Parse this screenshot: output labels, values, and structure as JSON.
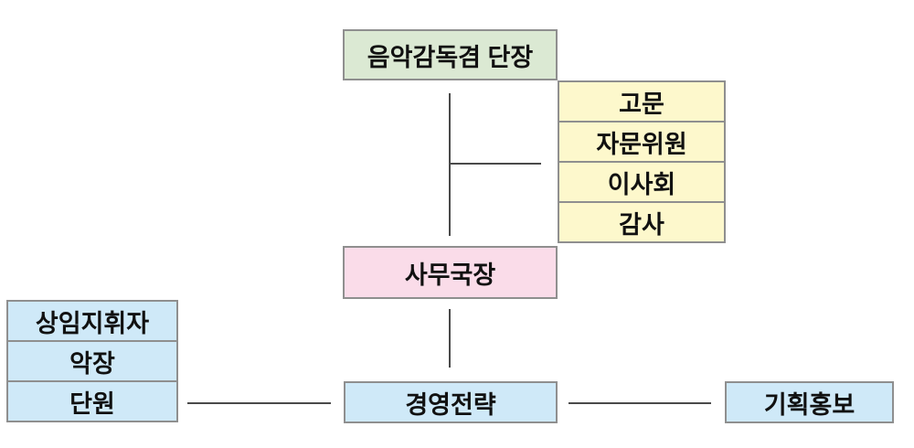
{
  "org": {
    "director": {
      "label": "음악감독겸 단장"
    },
    "advisory": [
      {
        "label": "고문"
      },
      {
        "label": "자문위원"
      },
      {
        "label": "이사회"
      },
      {
        "label": "감사"
      }
    ],
    "secretary": {
      "label": "사무국장"
    },
    "left_stack": [
      {
        "label": "상임지휘자"
      },
      {
        "label": "악장"
      },
      {
        "label": "단원"
      }
    ],
    "strategy": {
      "label": "경영전략"
    },
    "pr": {
      "label": "기획홍보"
    }
  },
  "colors": {
    "green": "#dbe9d3",
    "yellow": "#fdf8cc",
    "pink": "#fadce9",
    "blue": "#cfe9f8",
    "border": "#8f8f8f",
    "line": "#4a4a4a",
    "text": "#111111",
    "bg": "#ffffff"
  }
}
